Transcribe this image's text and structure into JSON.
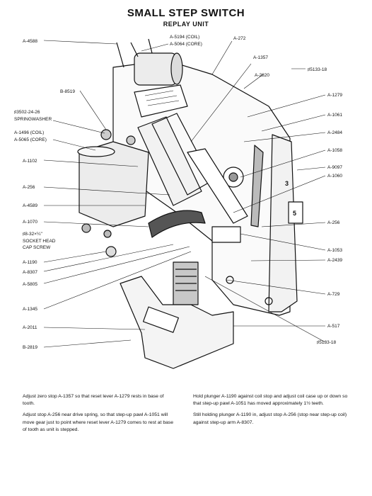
{
  "header": {
    "title": "SMALL STEP SWITCH",
    "subtitle": "REPLAY UNIT"
  },
  "labels": {
    "a4588": "A-4588",
    "a5194": "A-5194 (COIL)",
    "a5064": "A-5064 (CORE)",
    "a272": "A-272",
    "a1357": "A-1357",
    "a2820": "A-2820",
    "s5133_top": "♯5133-18",
    "b8519": "B-8519",
    "s3502": "♯3502-24-26",
    "springwasher": "SPRINGWASHER",
    "a1496": "A-1496 (COIL)",
    "a5065": "A-5065 (CORE)",
    "a1102": "A-1102",
    "a256_left": "A-256",
    "a4589": "A-4589",
    "a1070": "A-1070",
    "s832": "♯8-32×¼\"",
    "socket_head": "SOCKET HEAD",
    "cap_screw": "CAP SCREW",
    "a1190": "A-1190",
    "a8307": "A-8307",
    "a5805": "A-5805",
    "a1345": "A-1345",
    "a2011": "A-2011",
    "b2819": "B-2819",
    "a1279": "A-1279",
    "a1061": "A-1061",
    "a2484": "A-2484",
    "a1058": "A-1058",
    "a9097": "A-9097",
    "a1060": "A-1060",
    "a256_right": "A-256",
    "a1053": "A-1053",
    "a2439": "A-2439",
    "a729": "A-729",
    "a517": "A-517",
    "s5133_bottom": "♯5133-18",
    "plate_3": "3",
    "plate_5": "5"
  },
  "instructions": {
    "left_1": "Adjust zero stop A-1357 so that reset lever A-1279 rests in base of tooth.",
    "left_2": "Adjust stop A-256 near drive spring, so that step-up pawl A-1051 will move gear just to point where reset lever A-1279 comes to rest at base of tooth as unit is stepped.",
    "right_1": "Hold plunger A-1190 against coil stop and adjust coil case up or down so that step-up pawl A-1051 has moved approximately 1½ teeth.",
    "right_2": "Still holding plunger A-1190 in, adjust stop A-256 (stop near step-up coil) against step-up arm A-8307."
  }
}
